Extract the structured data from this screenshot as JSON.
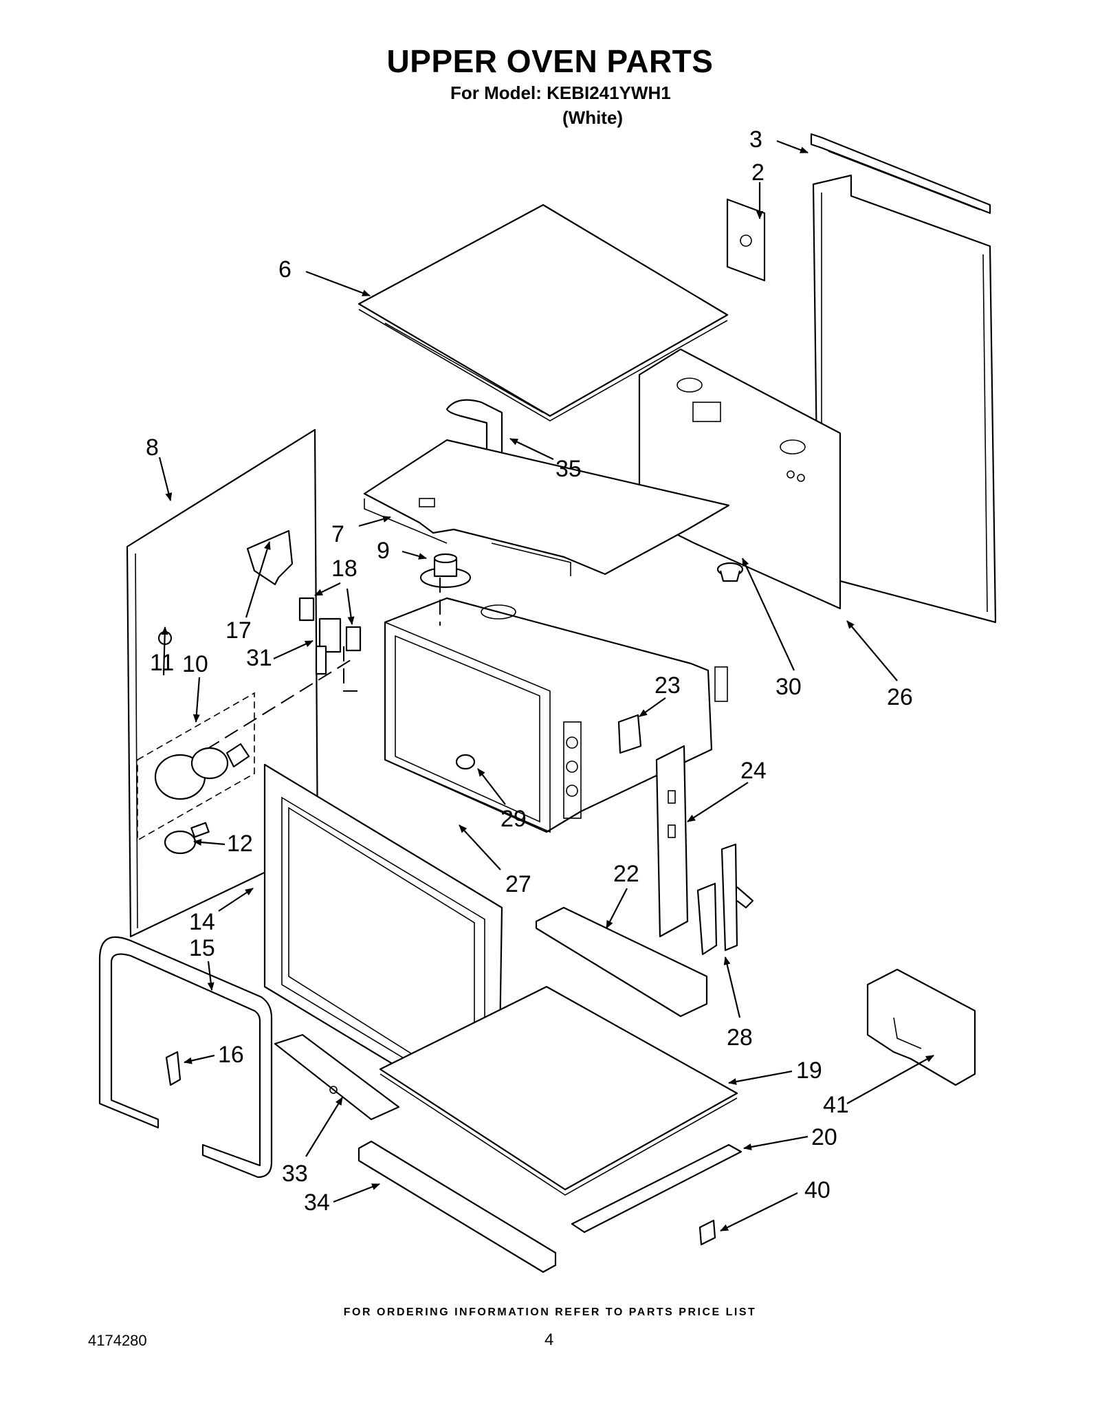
{
  "header": {
    "title": "UPPER OVEN PARTS",
    "model": "For Model: KEBI241YWH1",
    "variant": "(White)"
  },
  "callouts": [
    "3",
    "2",
    "6",
    "8",
    "35",
    "7",
    "9",
    "18",
    "17",
    "31",
    "11",
    "10",
    "30",
    "26",
    "23",
    "24",
    "29",
    "12",
    "27",
    "22",
    "14",
    "15",
    "28",
    "16",
    "19",
    "41",
    "20",
    "33",
    "34",
    "40"
  ],
  "footer": {
    "ordering_note": "FOR ORDERING INFORMATION REFER TO PARTS PRICE LIST",
    "document_number": "4174280",
    "page_number": "4"
  }
}
